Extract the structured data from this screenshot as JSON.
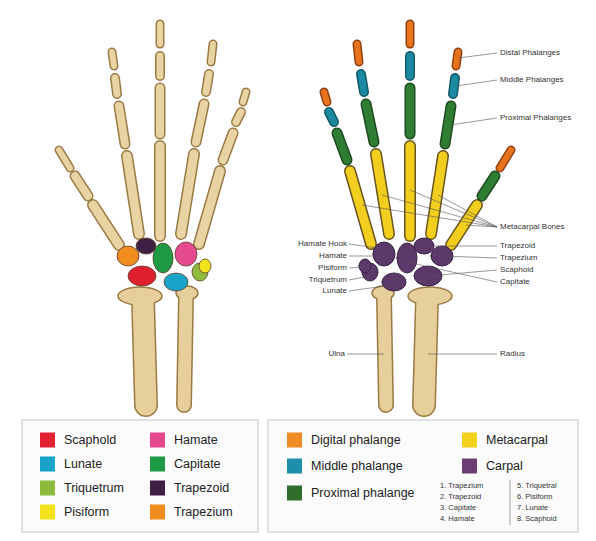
{
  "diagram": {
    "labels": [
      "Distal Phalanges",
      "Middle Phalanges",
      "Proximal Phalanges",
      "Metacarpal Bones",
      "Hamate Hook",
      "Hamate",
      "Trapezoid",
      "Trapezium",
      "Pisiform",
      "Scaphoid",
      "Triquetrum",
      "Capitate",
      "Lunate",
      "Ulna",
      "Radius",
      "1. Trapezium",
      "2. Trapezoid",
      "3. Capitate",
      "4. Hamate",
      "5. Triquetral",
      "6. Pisiform",
      "7. Lunate",
      "8. Scaphoid"
    ],
    "legend": [
      {
        "text": "Scaphold",
        "color": "#e0202e"
      },
      {
        "text": "Lunate",
        "color": "#1aa3c8"
      },
      {
        "text": "Triquetrum",
        "color": "#8dba3a"
      },
      {
        "text": "Pisiform",
        "color": "#f2e41c"
      },
      {
        "text": "Hamate",
        "color": "#e44a8d"
      },
      {
        "text": "Capitate",
        "color": "#1e9a45"
      },
      {
        "text": "Trapezoid",
        "color": "#3d2043"
      },
      {
        "text": "Trapezium",
        "color": "#f08b1e"
      },
      {
        "text": "Digital phalange",
        "color": "#f08a24"
      },
      {
        "text": "Middle phalange",
        "color": "#1d8fa8"
      },
      {
        "text": "Proximal phalange",
        "color": "#2f6e2c"
      },
      {
        "text": "Metacarpal",
        "color": "#f2d21a"
      },
      {
        "text": "Carpal",
        "color": "#6b3f73"
      }
    ]
  }
}
